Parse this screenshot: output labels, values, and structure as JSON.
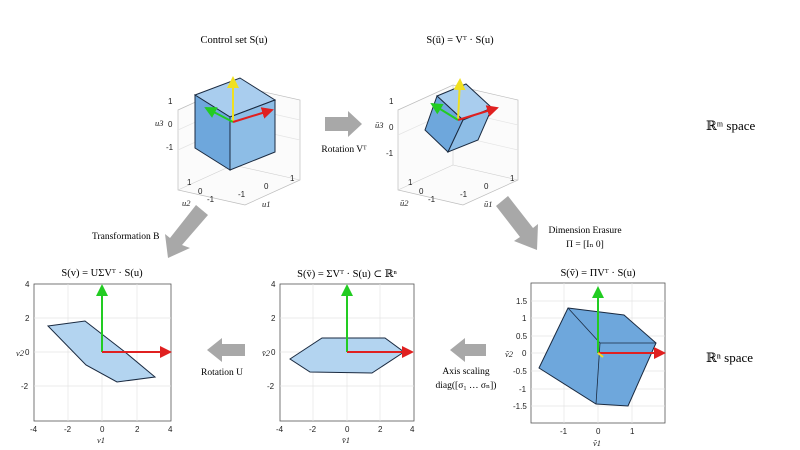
{
  "panels": {
    "control_set": {
      "title": "Control set S(u)",
      "axis_x": "u1",
      "axis_y": "u2",
      "axis_z": "u3"
    },
    "rotated": {
      "title": "S(ū) = Vᵀ · S(u)",
      "axis_x": "ū1",
      "axis_y": "ū2",
      "axis_z": "ū3"
    },
    "projected": {
      "title": "S(ṽ) = ΠVᵀ · S(u)",
      "axis_x": "ṽ1",
      "axis_y": "ṽ2"
    },
    "scaled": {
      "title": "S(v̄) = ΣVᵀ · S(u) ⊂ ℝⁿ",
      "axis_x": "v̄1",
      "axis_y": "v̄2"
    },
    "final": {
      "title": "S(v) = UΣVᵀ · S(u)",
      "axis_x": "v1",
      "axis_y": "v2"
    }
  },
  "arrows": {
    "rotation_vt": "Rotation Vᵀ",
    "transformation_b": "Transformation B",
    "dimension_erasure": "Dimension Erasure",
    "erasure_formula": "Π = [Iₙ   0]",
    "axis_scaling": "Axis scaling",
    "scaling_formula": "diag([σ₁   …   σₙ])",
    "rotation_u": "Rotation U"
  },
  "spaces": {
    "rm": "ℝᵐ space",
    "rn": "ℝⁿ space"
  },
  "ticks": {
    "cube_z": [
      "1",
      "0",
      "-1"
    ],
    "cube_y": [
      "1",
      "0",
      "-1"
    ],
    "cube_x": [
      "-1",
      "0",
      "1"
    ],
    "wide_x": [
      "-4",
      "-2",
      "0",
      "2",
      "4"
    ],
    "wide_y": [
      "4",
      "2",
      "0",
      "-2"
    ],
    "proj_x": [
      "-1",
      "0",
      "1"
    ],
    "proj_y": [
      "1.5",
      "1",
      "0.5",
      "0",
      "-0.5",
      "-1",
      "-1.5"
    ]
  },
  "colors": {
    "fill": "#7fb2e0",
    "stroke": "#1a2a40",
    "red": "#e02020",
    "green": "#22cc22",
    "yellow": "#f0e020",
    "arrow": "#a8a8a8"
  }
}
